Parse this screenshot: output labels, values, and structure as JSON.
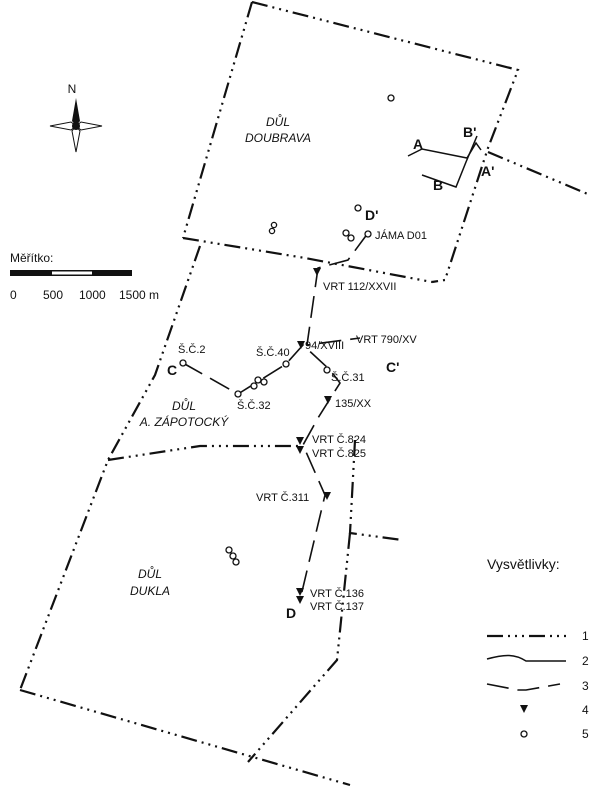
{
  "north": {
    "label": "N"
  },
  "scale": {
    "title": "Měřítko:",
    "ticks": [
      "0",
      "500",
      "1000",
      "1500 m"
    ]
  },
  "mines": {
    "doubrava": [
      "DŮL",
      "DOUBRAVA"
    ],
    "zapotocky": [
      "DŮL",
      "A. ZÁPOTOCKÝ"
    ],
    "dukla": [
      "DŮL",
      "DUKLA"
    ]
  },
  "sections": {
    "A": "A",
    "A_prime": "A'",
    "B": "B",
    "B_prime": "B'",
    "C": "C",
    "C_prime": "C'",
    "D": "D",
    "D_prime": "D'"
  },
  "points": {
    "jama_d01": "JÁMA D01",
    "vrt_112": "VRT 112/XXVII",
    "sc2": "Š.Č.2",
    "sc40": "Š.Č.40",
    "p94": "94/XVIII",
    "vrt_790": "VRT 790/XV",
    "sc31": "Š.Č.31",
    "sc32": "Š.Č.32",
    "p135": "135/XX",
    "vrt_824": "VRT Č.824",
    "vrt_825": "VRT Č.825",
    "vrt_311": "VRT Č.311",
    "vrt_136": "VRT Č.136",
    "vrt_137": "VRT Č.137"
  },
  "legend": {
    "title": "Vysvětlivky:",
    "items": [
      "1",
      "2",
      "3",
      "4",
      "5"
    ]
  }
}
